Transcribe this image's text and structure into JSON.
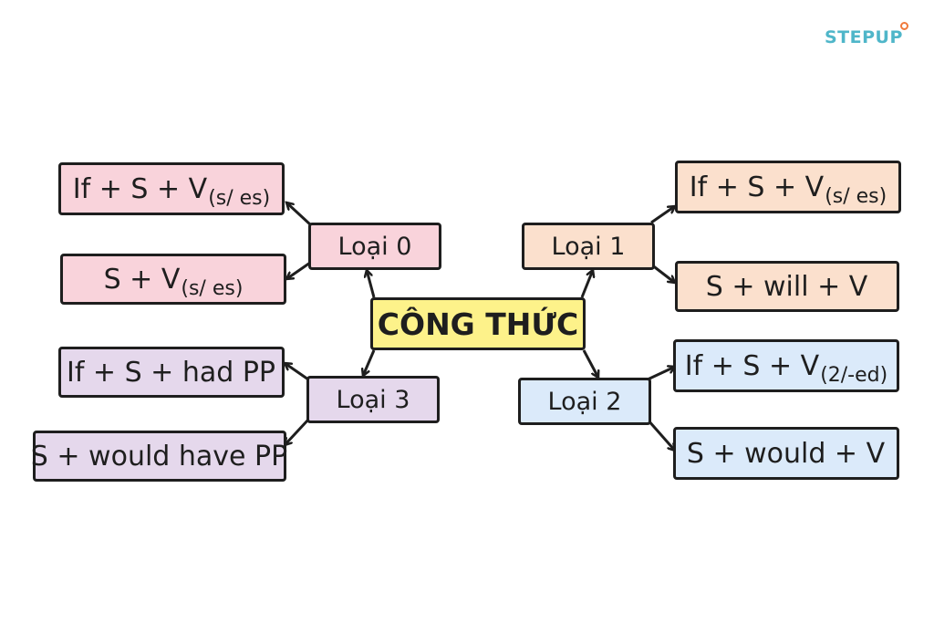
{
  "brand": {
    "logo_text": "STEPUP"
  },
  "center": {
    "label": "CÔNG THỨC"
  },
  "types": [
    {
      "id": "type0",
      "label": "Loại 0",
      "formulas": [
        {
          "main": "If + S + V",
          "sub": "(s/ es)"
        },
        {
          "main": "S + V",
          "sub": "(s/ es)"
        }
      ]
    },
    {
      "id": "type1",
      "label": "Loại 1",
      "formulas": [
        {
          "main": "If + S + V",
          "sub": "(s/ es)"
        },
        {
          "main": "S + will + V",
          "sub": ""
        }
      ]
    },
    {
      "id": "type2",
      "label": "Loại 2",
      "formulas": [
        {
          "main": "If + S + V",
          "sub": "(2/-ed)"
        },
        {
          "main": "S + would + V",
          "sub": ""
        }
      ]
    },
    {
      "id": "type3",
      "label": "Loại 3",
      "formulas": [
        {
          "main": "If + S + had PP",
          "sub": ""
        },
        {
          "main": "S + would have PP",
          "sub": ""
        }
      ]
    }
  ],
  "colors": {
    "type0": "#f9d3db",
    "type1": "#fbe0cd",
    "type2": "#dbeafa",
    "type3": "#e5d8ec",
    "center": "#fdf28a",
    "logo": "#4fb6c9"
  }
}
